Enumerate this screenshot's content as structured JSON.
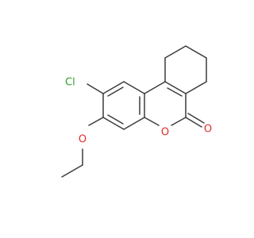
{
  "molecule": {
    "atoms": {
      "cl": {
        "text": "Cl",
        "color": "#2e9e2e"
      },
      "o_ether": {
        "text": "O",
        "color": "#e52a2a"
      },
      "o_ring": {
        "text": "O",
        "color": "#e52a2a"
      },
      "o_carbonyl": {
        "text": "O",
        "color": "#e52a2a"
      }
    },
    "bond_color": "#3b3b3b",
    "background": "#ffffff"
  }
}
